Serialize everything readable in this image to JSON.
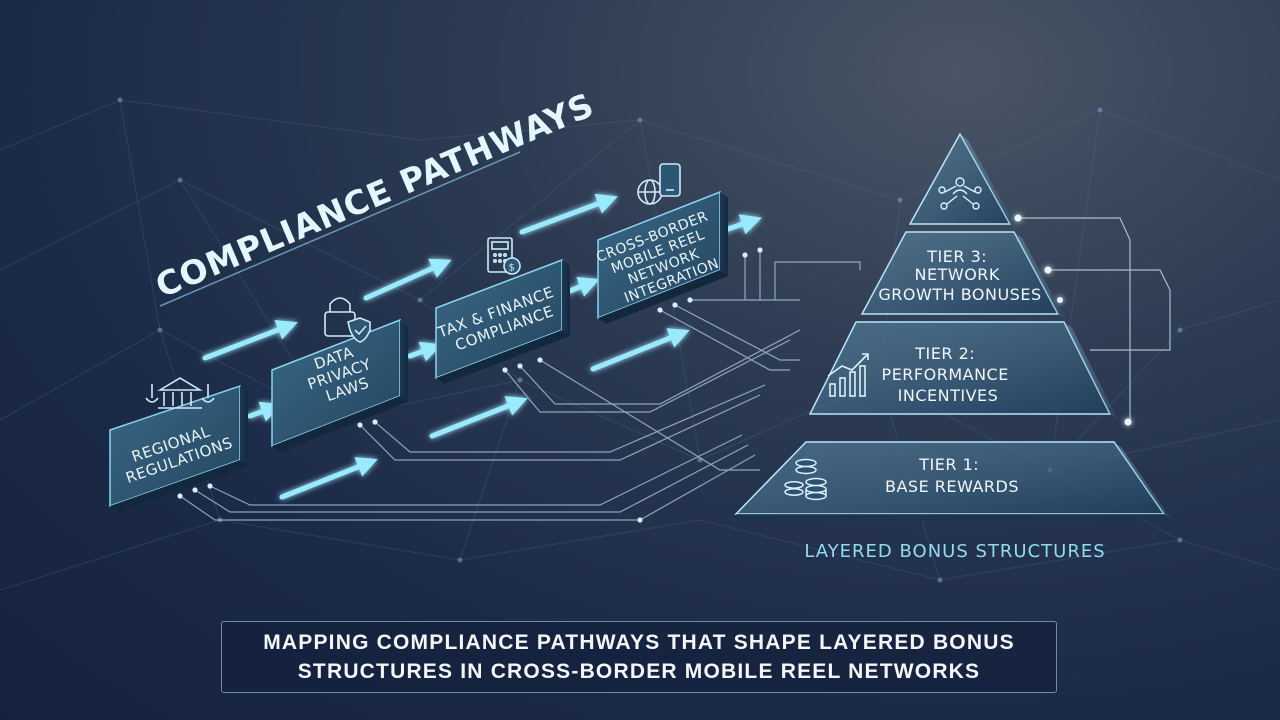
{
  "title": "COMPLIANCE PATHWAYS",
  "pathway": [
    {
      "id": "regional",
      "lines": [
        "REGIONAL",
        "REGULATIONS"
      ],
      "icon": "courthouse-scales-icon"
    },
    {
      "id": "privacy",
      "lines": [
        "DATA",
        "PRIVACY",
        "LAWS"
      ],
      "icon": "padlock-shield-icon"
    },
    {
      "id": "tax",
      "lines": [
        "TAX & FINANCE",
        "COMPLIANCE"
      ],
      "icon": "calculator-coin-icon"
    },
    {
      "id": "crossborder",
      "lines": [
        "CROSS-BORDER",
        "MOBILE REEL",
        "NETWORK",
        "INTEGRATION"
      ],
      "icon": "globe-phone-icon"
    }
  ],
  "pyramid": {
    "title": "LAYERED BONUS STRUCTURES",
    "apex_icon": "network-people-icon",
    "tiers": [
      {
        "lines": [
          "TIER 3:",
          "NETWORK",
          "GROWTH BONUSES"
        ]
      },
      {
        "lines": [
          "TIER 2:",
          "PERFORMANCE",
          "INCENTIVES"
        ],
        "icon": "growth-chart-icon"
      },
      {
        "lines": [
          "TIER 1:",
          "BASE REWARDS"
        ],
        "icon": "coin-stack-icon"
      }
    ]
  },
  "caption": {
    "line1": "MAPPING COMPLIANCE PATHWAYS THAT SHAPE LAYERED BONUS",
    "line2": "STRUCTURES IN CROSS-BORDER MOBILE REEL NETWORKS"
  },
  "colors": {
    "accent": "#7fe3ff",
    "box_face": "#2d5673",
    "box_edge": "#8bd4f0",
    "background": "#1b2a47"
  }
}
